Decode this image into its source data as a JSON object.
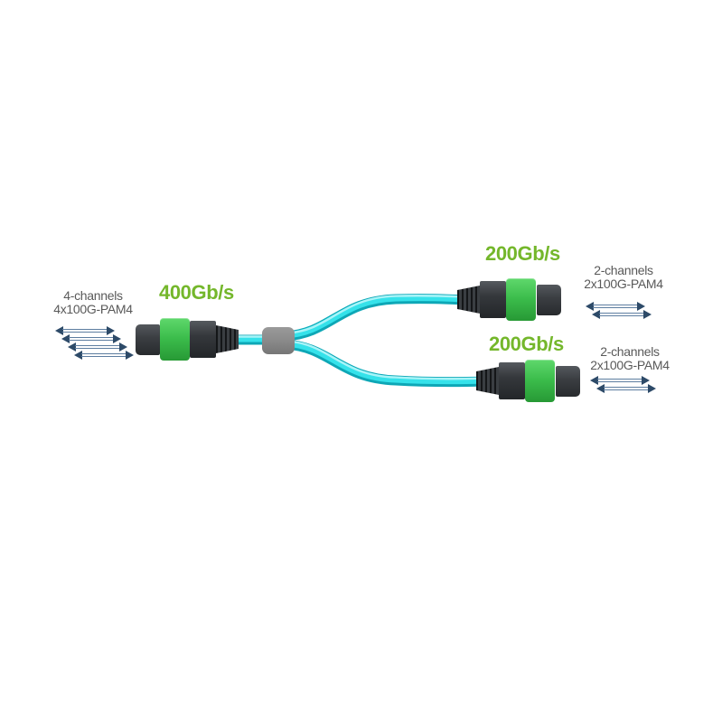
{
  "page": {
    "background": "#ffffff"
  },
  "diagram": {
    "trunk": {
      "speed": "400Gb/s",
      "channels": "4-channels",
      "signal": "4x100G-PAM4",
      "arrow_count": 4
    },
    "branch_top": {
      "speed": "200Gb/s",
      "channels": "2-channels",
      "signal": "2x100G-PAM4",
      "arrow_count": 2
    },
    "branch_bottom": {
      "speed": "200Gb/s",
      "channels": "2-channels",
      "signal": "2x100G-PAM4",
      "arrow_count": 2
    },
    "colors": {
      "speed_text": "#74b72b",
      "label_text": "#595959",
      "arrow_head": "#2d4a68",
      "arrow_line": "#5d7da0",
      "cable_dark": "#0ea7b6",
      "cable_mid": "#35e2ea",
      "cable_highlight": "#bdf7fa",
      "connector_green": "#3bbc4b",
      "connector_dark": "#35383c",
      "splitter_gray": "#8c8c8c"
    }
  }
}
